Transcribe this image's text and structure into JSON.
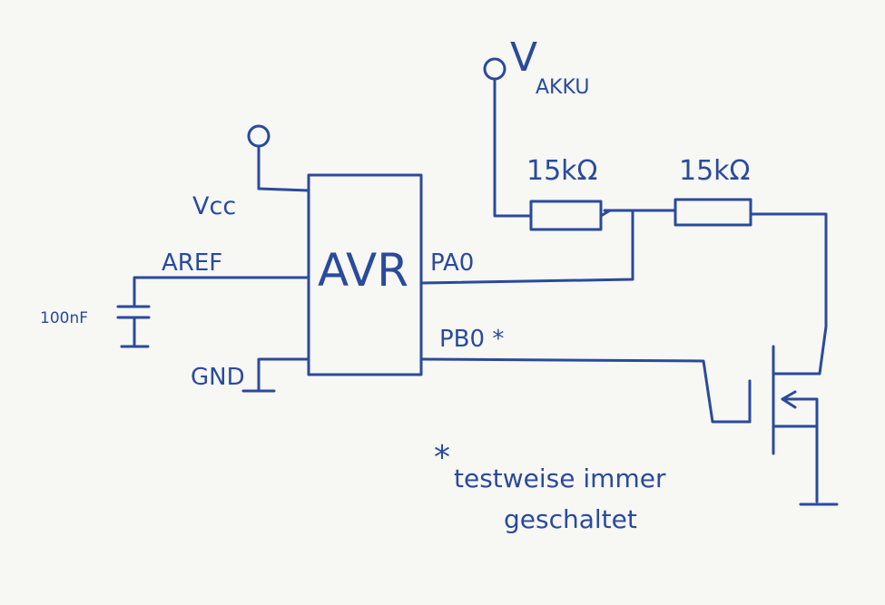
{
  "diagram": {
    "labels": {
      "vakku_v": "V",
      "vakku_sub": "AKKU",
      "vcc": "Vcc",
      "aref": "AREF",
      "capacitor": "100nF",
      "gnd": "GND",
      "avr": "AVR",
      "pa0": "PA0",
      "pb0": "PB0 *",
      "r1": "15kΩ",
      "r2": "15kΩ",
      "note_star": "*",
      "note_line1": "testweise immer",
      "note_line2": "geschaltet"
    },
    "colors": {
      "ink": "#2a4a9c",
      "paper": "#f7f7f4"
    }
  }
}
